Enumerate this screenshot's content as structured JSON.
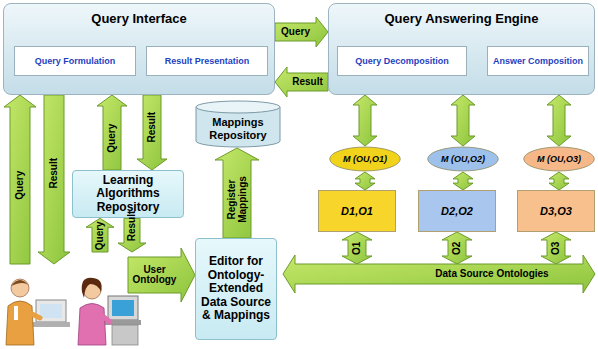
{
  "diagram": {
    "nodes": [
      {
        "text": [
          "Query Interface"
        ]
      },
      {
        "text": [
          "Query Formulation"
        ],
        "in": 0
      },
      {
        "text": [
          "Result Presentation"
        ],
        "in": 0
      },
      {
        "text": [
          "Query Answering Engine"
        ]
      },
      {
        "text": [
          "Query Decomposition"
        ],
        "in": 3
      },
      {
        "text": [
          "Answer Composition"
        ],
        "in": 3
      },
      {
        "text": [
          "Mappings Repository"
        ]
      },
      {
        "text": [
          "M (OU,O1)"
        ]
      },
      {
        "text": [
          "M (OU,O2)"
        ]
      },
      {
        "text": [
          "M (OU,O3)"
        ]
      },
      {
        "text": [
          "Learning Algorithms Repository"
        ]
      },
      {
        "text": [
          "D1,O1"
        ]
      },
      {
        "text": [
          "D2,O2"
        ]
      },
      {
        "text": [
          "D3,O3"
        ]
      },
      {
        "text": [
          "Editor for Ontology-Extended Data Source & Mappings"
        ]
      },
      {
        "text": [
          "Data Source Ontologies"
        ]
      }
    ],
    "edges": [
      {
        "from": 0,
        "to": 3,
        "label": "Query",
        "arrow": "to"
      },
      {
        "from": 3,
        "to": 0,
        "label": "Result",
        "arrow": "to"
      },
      {
        "from": 3,
        "to": 7,
        "arrow": "both"
      },
      {
        "from": 3,
        "to": 8,
        "arrow": "both"
      },
      {
        "from": 3,
        "to": 9,
        "arrow": "both"
      },
      {
        "from": 7,
        "to": 11,
        "arrow": "both"
      },
      {
        "from": 8,
        "to": 12,
        "arrow": "both"
      },
      {
        "from": 9,
        "to": 13,
        "arrow": "both"
      },
      {
        "from": 11,
        "to": 15,
        "label": "O1",
        "arrow": "both"
      },
      {
        "from": 12,
        "to": 15,
        "label": "O2",
        "arrow": "both"
      },
      {
        "from": 13,
        "to": 15,
        "label": "O3",
        "arrow": "both"
      },
      {
        "from": 14,
        "to": 6,
        "label": "Register Mappings",
        "arrow": "to"
      },
      {
        "from": 10,
        "to": 0,
        "label": "Query",
        "arrow": "to"
      },
      {
        "from": 0,
        "to": 10,
        "label": "Result",
        "arrow": "to"
      }
    ],
    "labels": [
      "Query",
      "Result",
      "Query",
      "Result",
      "User Ontology"
    ]
  }
}
